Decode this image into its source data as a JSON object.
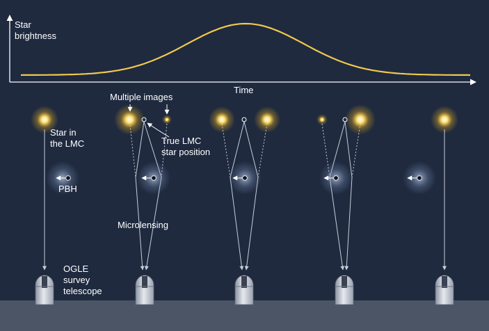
{
  "chart_data": {
    "type": "line",
    "ylabel": "Star\nbrightness",
    "xlabel": "Time",
    "series": [
      {
        "curve": "gaussian",
        "baseline": 0.15,
        "peak": 1.0,
        "peak_at": 0.5,
        "width": 0.13
      }
    ]
  },
  "labels": {
    "star_in_lmc": "Star in\nthe LMC",
    "pbh": "PBH",
    "multiple_images": "Multiple images",
    "true_position": "True LMC\nstar position",
    "microlensing": "Microlensing",
    "telescope": "OGLE\nsurvey\ntelescope"
  },
  "colors": {
    "background": "#1f2a3f",
    "ground": "#4b5566",
    "star": "#ffe27a",
    "curve": "#f2c94c",
    "ray": "#c9ced8",
    "pbh_glow": "#9fb3d6"
  }
}
